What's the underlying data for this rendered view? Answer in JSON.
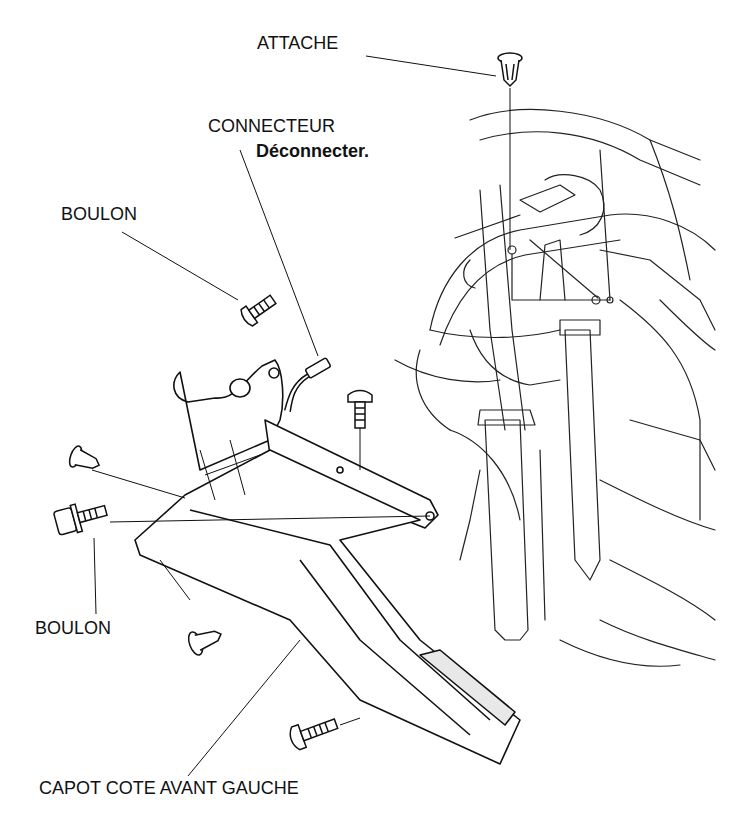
{
  "diagram": {
    "labels": [
      "ATTACHE",
      "CONNECTEUR",
      "Déconnecter.",
      "BOULON",
      "BOULON",
      "CAPOT COTE AVANT GAUCHE"
    ]
  }
}
